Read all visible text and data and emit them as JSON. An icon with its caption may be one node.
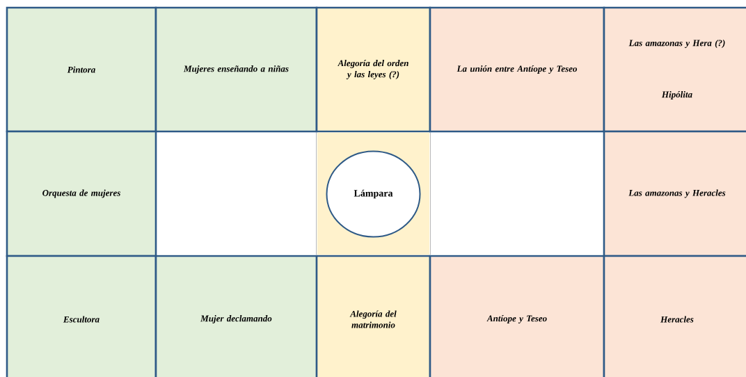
{
  "diagram": {
    "nodes": [
      {
        "text": [
          "Pintora"
        ]
      },
      {
        "text": [
          "Mujeres enseñando a niñas"
        ]
      },
      {
        "text": [
          "Alegoría del orden y las leyes (?)"
        ]
      },
      {
        "text": [
          "La unión entre Antíope y Teseo"
        ]
      },
      {
        "text": [
          "Las amazonas y Hera (?)",
          "Hipólita"
        ]
      },
      {
        "text": [
          "Orquesta de mujeres"
        ]
      },
      {
        "text": [],
        "shape": "box"
      },
      {
        "text": [],
        "shape": "box"
      },
      {
        "text": [
          "Lámpara"
        ],
        "in": 7
      },
      {
        "text": [],
        "shape": "box"
      },
      {
        "text": [
          "Las amazonas y Heracles"
        ]
      },
      {
        "text": [
          "Escultora"
        ]
      },
      {
        "text": [
          "Mujer declamando"
        ]
      },
      {
        "text": [
          "Alegoría del matrimonio"
        ]
      },
      {
        "text": [
          "Antíope y Teseo"
        ]
      },
      {
        "text": [
          "Heracles"
        ]
      }
    ]
  }
}
